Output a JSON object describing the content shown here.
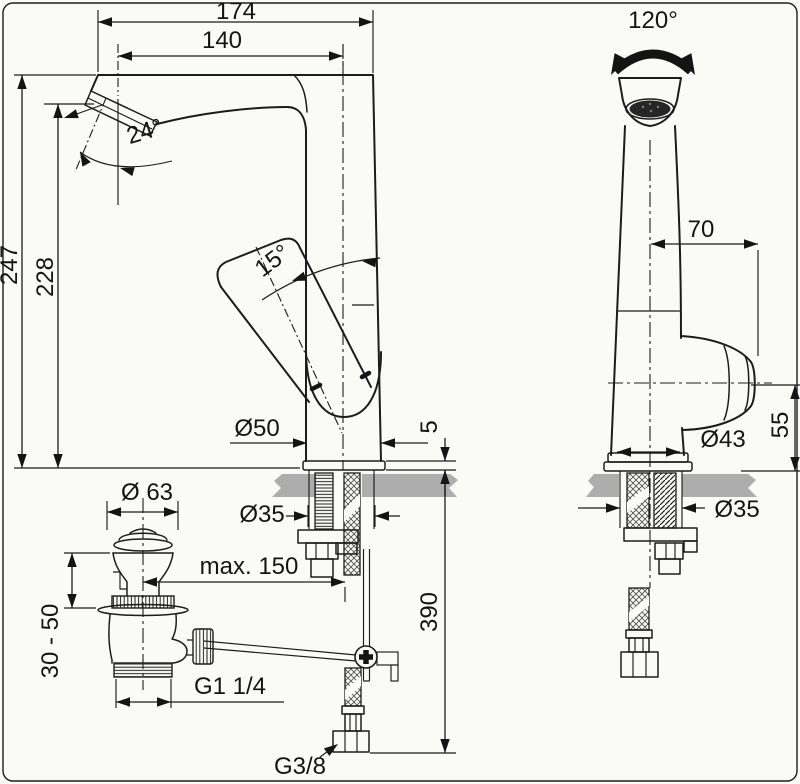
{
  "side": {
    "reach_total": "174",
    "reach": "140",
    "spout_angle": "24°",
    "height_total": "247",
    "height_spout": "228",
    "handle_angle": "15°",
    "base_dia": "Ø50",
    "plate_h": "5",
    "shank_dia": "Ø35",
    "below_height": "390",
    "supply_thread": "G3/8"
  },
  "drain": {
    "cap_dia": "Ø 63",
    "rod_max": "max. 150",
    "deck_range": "30 - 50",
    "thread": "G1 1/4"
  },
  "front": {
    "swivel": "120°",
    "handle_offset": "70",
    "body_dia": "Ø43",
    "handle_h": "55",
    "shank_dia": "Ø35"
  }
}
